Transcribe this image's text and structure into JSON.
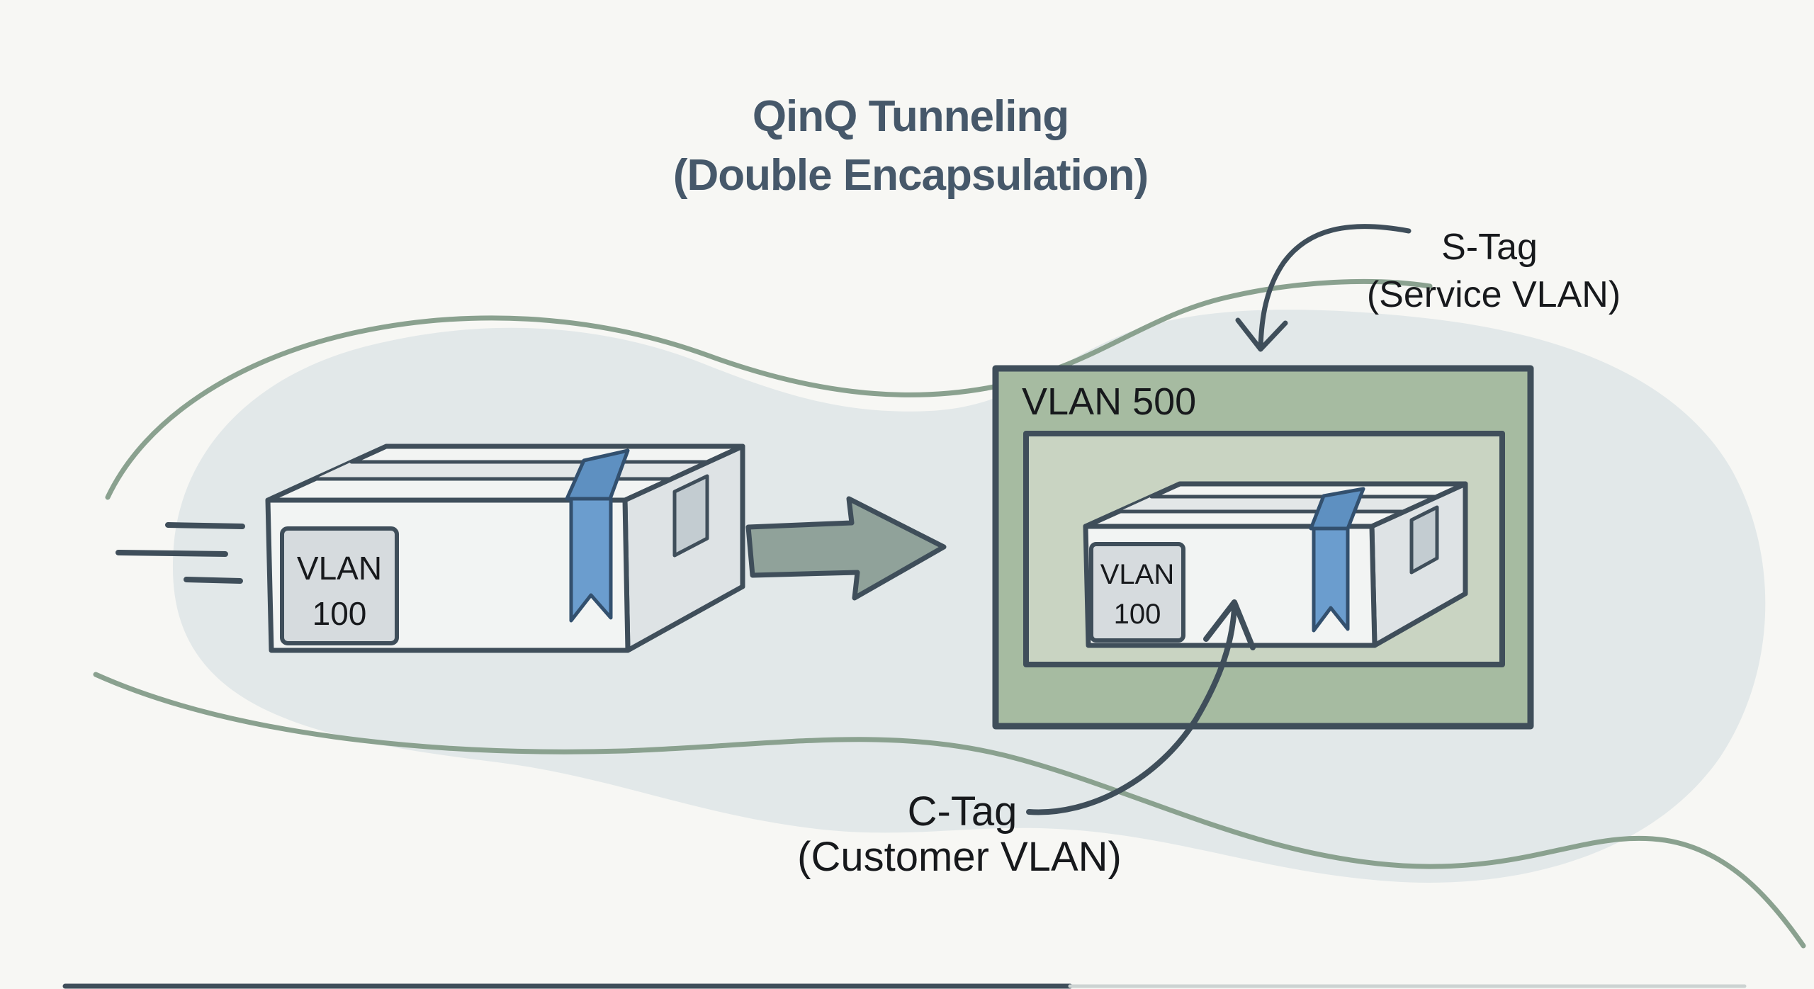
{
  "title": {
    "line1": "QinQ Tunneling",
    "line2": "(Double Encapsulation)"
  },
  "left_packet": {
    "label_line1": "VLAN",
    "label_line2": "100"
  },
  "service_frame": {
    "label": "VLAN 500"
  },
  "inner_packet": {
    "label_line1": "VLAN",
    "label_line2": "100"
  },
  "annotations": {
    "s_tag": {
      "title": "S-Tag",
      "subtitle": "(Service VLAN)"
    },
    "c_tag": {
      "title": "C-Tag",
      "subtitle": "(Customer VLAN)"
    }
  },
  "colors": {
    "background": "#f7f7f4",
    "blob": "#e2e8e9",
    "outline_green": "#8aa18f",
    "ink": "#3f4e5a",
    "edge_faint": "#ccd3d2",
    "title_color": "#46586a",
    "text_black": "#17191c",
    "frame_green": "#a6bba1",
    "frame_green_inner": "#c9d4c2",
    "box_face": "#f2f4f3",
    "box_side": "#dee3e5",
    "box_band": "#e3e7e8",
    "box_flap": "#c3ccd1",
    "label_gray": "#d6dbde",
    "ribbon_blue": "#6b9dce",
    "ribbon_fold": "#5e90c1",
    "ribbon_ink": "#33506e",
    "arrow_green": "#90a29a"
  }
}
